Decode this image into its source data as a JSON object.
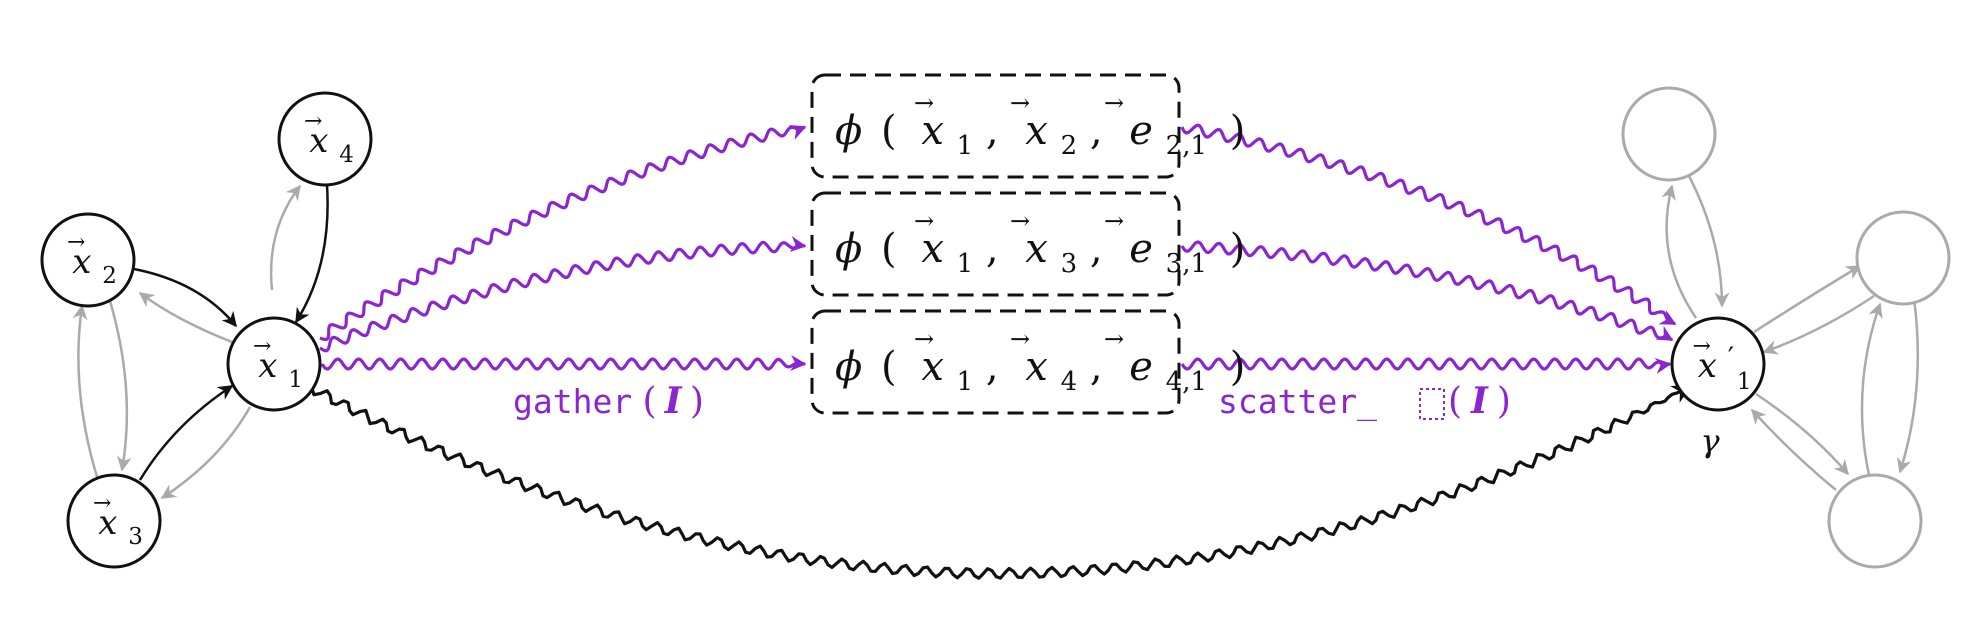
{
  "colors": {
    "black": "#111111",
    "gray": "#aaaaaa",
    "purple": "#8a25d0"
  },
  "left_graph": {
    "nodes": [
      {
        "id": "x4",
        "base": "x",
        "sub": "4"
      },
      {
        "id": "x2",
        "base": "x",
        "sub": "2"
      },
      {
        "id": "x1",
        "base": "x",
        "sub": "1"
      },
      {
        "id": "x3",
        "base": "x",
        "sub": "3"
      }
    ]
  },
  "message_boxes": [
    {
      "phi": "ϕ",
      "a": {
        "base": "x",
        "sub": "1"
      },
      "b": {
        "base": "x",
        "sub": "2"
      },
      "e": {
        "base": "e",
        "sub": "2,1"
      }
    },
    {
      "phi": "ϕ",
      "a": {
        "base": "x",
        "sub": "1"
      },
      "b": {
        "base": "x",
        "sub": "3"
      },
      "e": {
        "base": "e",
        "sub": "3,1"
      }
    },
    {
      "phi": "ϕ",
      "a": {
        "base": "x",
        "sub": "1"
      },
      "b": {
        "base": "x",
        "sub": "4"
      },
      "e": {
        "base": "e",
        "sub": "4,1"
      }
    }
  ],
  "labels": {
    "gather": "gather",
    "scatter": "scatter_",
    "index": "I",
    "gamma": "γ"
  },
  "right_graph": {
    "output_node": {
      "base": "x",
      "sub": "1",
      "prime": "′"
    }
  }
}
